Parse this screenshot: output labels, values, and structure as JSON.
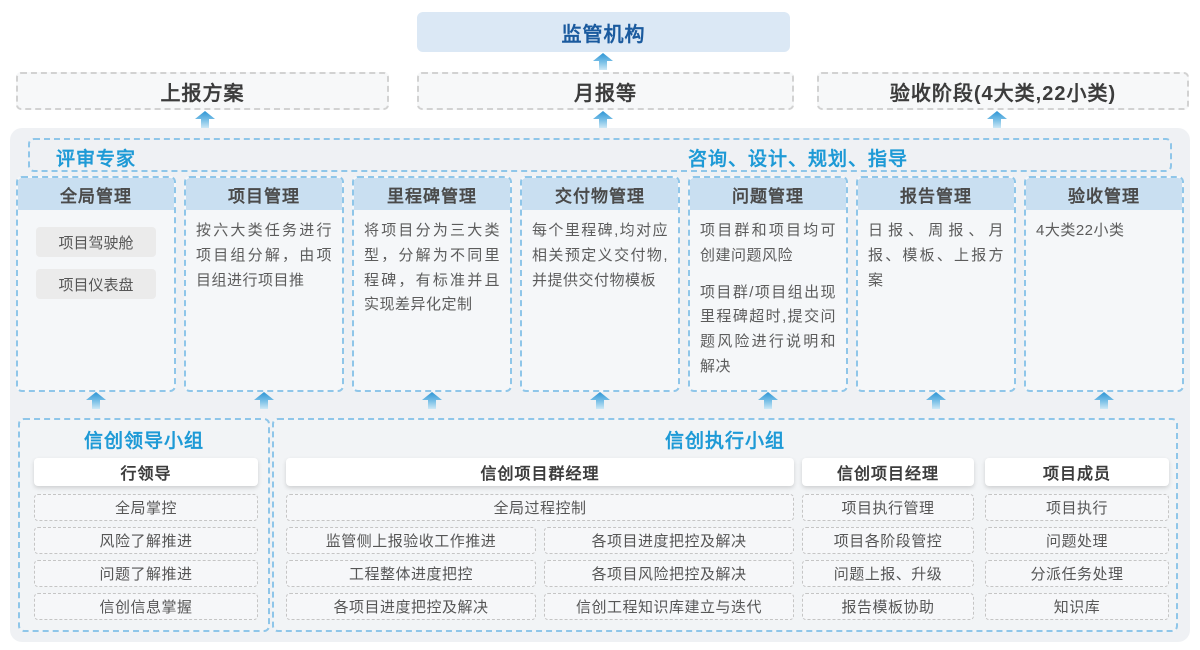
{
  "top": {
    "regulator": "监管机构",
    "flow_items": {
      "report_plan": "上报方案",
      "monthly_report": "月报等",
      "acceptance_stage": "验收阶段(4大类,22小类)"
    }
  },
  "platform": {
    "reviewer_label": "评审专家",
    "consulting_label": "咨询、设计、规划、指导",
    "columns": [
      {
        "title": "全局管理",
        "pills": [
          "项目驾驶舱",
          "项目仪表盘"
        ]
      },
      {
        "title": "项目管理",
        "paragraphs": [
          "按六大类任务进行项目组分解，由项目组进行项目推"
        ]
      },
      {
        "title": "里程碑管理",
        "paragraphs": [
          "将项目分为三大类型，分解为不同里程碑，有标准并且实现差异化定制"
        ]
      },
      {
        "title": "交付物管理",
        "paragraphs": [
          "每个里程碑,均对应相关预定义交付物,并提供交付物模板"
        ]
      },
      {
        "title": "问题管理",
        "paragraphs": [
          "项目群和项目均可创建问题风险",
          "项目群/项目组出现里程碑超时,提交问题风险进行说明和解决"
        ]
      },
      {
        "title": "报告管理",
        "paragraphs": [
          "日报、周报、月报、模板、上报方案"
        ]
      },
      {
        "title": "验收管理",
        "paragraphs": [
          "4大类22小类"
        ]
      }
    ]
  },
  "groups": {
    "leader": {
      "title": "信创领导小组",
      "role": "行领导",
      "items": [
        "全局掌控",
        "风险了解推进",
        "问题了解推进",
        "信创信息掌握"
      ]
    },
    "exec": {
      "title": "信创执行小组",
      "program_manager": {
        "role": "信创项目群经理",
        "full_item": "全局过程控制",
        "left_items": [
          "监管侧上报验收工作推进",
          "工程整体进度把控",
          "各项目进度把控及解决"
        ],
        "right_items": [
          "各项目进度把控及解决",
          "各项目风险把控及解决",
          "信创工程知识库建立与迭代"
        ]
      },
      "project_manager": {
        "role": "信创项目经理",
        "items": [
          "项目执行管理",
          "项目各阶段管控",
          "问题上报、升级",
          "报告模板协助"
        ]
      },
      "member": {
        "role": "项目成员",
        "items": [
          "项目执行",
          "问题处理",
          "分派任务处理",
          "知识库"
        ]
      }
    }
  },
  "colors": {
    "regulator_bg": "#dbe8f5",
    "regulator_text": "#1a5a9e",
    "accent_blue": "#1e9ad6",
    "dashed_blue_border": "#8fc6e9",
    "column_header_bg": "#c9dff1",
    "arrow_blue": "#2d95d5",
    "container_bg": "#eff1f4"
  }
}
